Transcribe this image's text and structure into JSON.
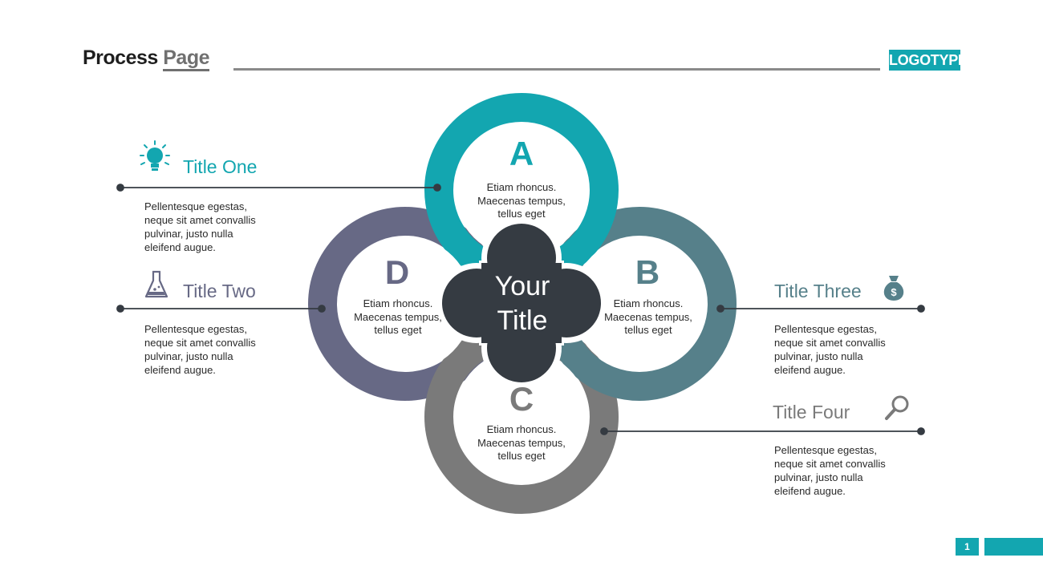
{
  "header": {
    "title_part1": "Process",
    "title_part2": "Page",
    "logo": "LOGOTYPE"
  },
  "center": {
    "line1": "Your",
    "line2": "Title"
  },
  "circles": [
    {
      "letter": "A",
      "color": "#13a6b0",
      "lines": [
        "Etiam rhoncus.",
        "Maecenas tempus,",
        "tellus eget"
      ]
    },
    {
      "letter": "B",
      "color": "#56808a",
      "lines": [
        "Etiam rhoncus.",
        "Maecenas tempus,",
        "tellus eget"
      ]
    },
    {
      "letter": "C",
      "color": "#7a7a7a",
      "lines": [
        "Etiam rhoncus.",
        "Maecenas tempus,",
        "tellus eget"
      ]
    },
    {
      "letter": "D",
      "color": "#676985",
      "lines": [
        "Etiam rhoncus.",
        "Maecenas tempus,",
        "tellus eget"
      ]
    }
  ],
  "items": [
    {
      "title": "Title One",
      "icon": "lightbulb-icon",
      "color": "#13a6b0",
      "lines": [
        "Pellentesque egestas,",
        "neque sit amet convallis",
        "pulvinar, justo nulla",
        "eleifend augue."
      ]
    },
    {
      "title": "Title Two",
      "icon": "flask-icon",
      "color": "#676985",
      "lines": [
        "Pellentesque egestas,",
        "neque sit amet convallis",
        "pulvinar, justo nulla",
        "eleifend augue."
      ]
    },
    {
      "title": "Title Three",
      "icon": "money-bag-icon",
      "color": "#56808a",
      "lines": [
        "Pellentesque egestas,",
        "neque sit amet convallis",
        "pulvinar, justo nulla",
        "eleifend augue."
      ]
    },
    {
      "title": "Title Four",
      "icon": "magnifier-icon",
      "color": "#7a7a7a",
      "lines": [
        "Pellentesque egestas,",
        "neque sit amet convallis",
        "pulvinar, justo nulla",
        "eleifend augue."
      ]
    }
  ],
  "footer": {
    "page_number": "1"
  }
}
